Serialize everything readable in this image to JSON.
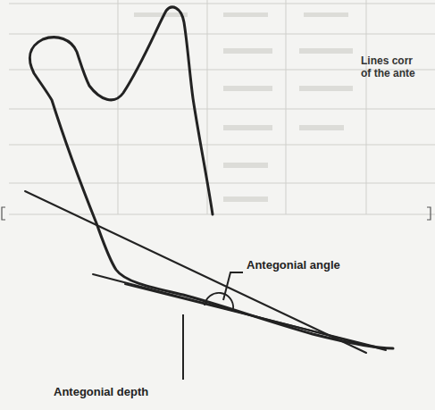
{
  "diagram": {
    "labels": [
      "Antegonial angle",
      "Antegonial depth",
      "Lines corr of the ante"
    ]
  }
}
